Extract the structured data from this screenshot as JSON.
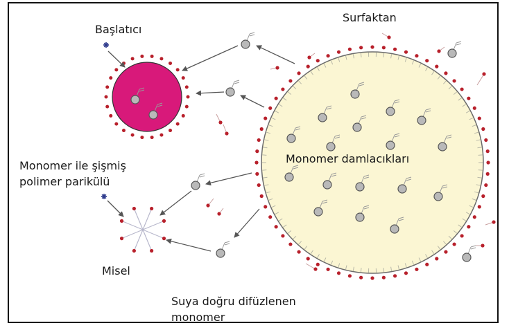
{
  "labels": {
    "initiator": "Başlatıcı",
    "surfactant": "Surfaktan",
    "swollen_particle_line1": "Monomer ile şişmiş",
    "swollen_particle_line2": "polimer parikülü",
    "droplets": "Monomer damlacıkları",
    "micelle": "Misel",
    "diffusing_line1": "Suya doğru difüzlenen",
    "diffusing_line2": "monomer"
  },
  "colors": {
    "surfactant_head": "#b8202b",
    "droplet_fill": "#fbf6d3",
    "droplet_border": "#6a6a6a",
    "particle_fill": "#d8197a",
    "monomer_fill": "#b9b9b9",
    "initiator_star": "#2d3a8c",
    "arrow": "#555555"
  }
}
